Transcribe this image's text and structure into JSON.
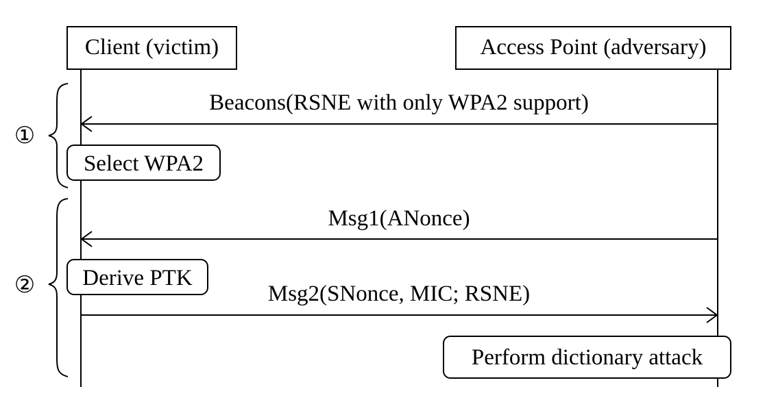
{
  "participants": {
    "client": "Client (victim)",
    "ap": "Access Point (adversary)"
  },
  "phases": {
    "one": "①",
    "two": "②"
  },
  "messages": {
    "beacons": "Beacons(RSNE with only WPA2 support)",
    "msg1": "Msg1(ANonce)",
    "msg2": "Msg2(SNonce, MIC; RSNE)"
  },
  "actions": {
    "select": "Select WPA2",
    "derive": "Derive PTK",
    "attack": "Perform dictionary attack"
  }
}
